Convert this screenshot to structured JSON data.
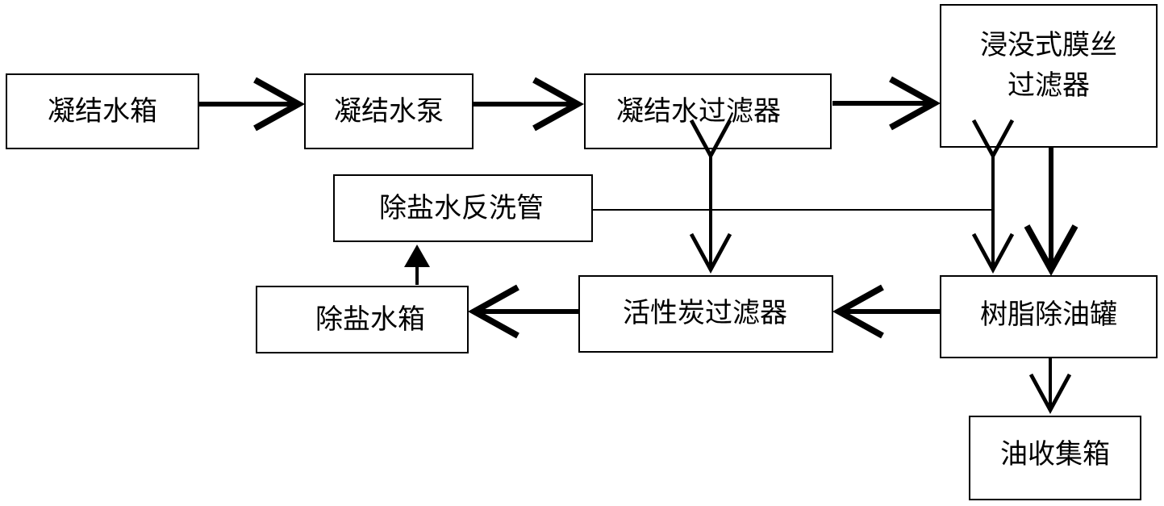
{
  "nodes": {
    "condensate_tank": {
      "label": "凝结水箱"
    },
    "condensate_pump": {
      "label": "凝结水泵"
    },
    "condensate_filter": {
      "label": "凝结水过滤器"
    },
    "submerged_membrane_filter": {
      "line1": "浸没式膜丝",
      "line2": "过滤器"
    },
    "desalted_backwash_pipe": {
      "label": "除盐水反洗管"
    },
    "desalted_water_tank": {
      "label": "除盐水箱"
    },
    "activated_carbon_filter": {
      "label": "活性炭过滤器"
    },
    "resin_deoiling_tank": {
      "label": "树脂除油罐"
    },
    "oil_collection_tank": {
      "label": "油收集箱"
    }
  }
}
